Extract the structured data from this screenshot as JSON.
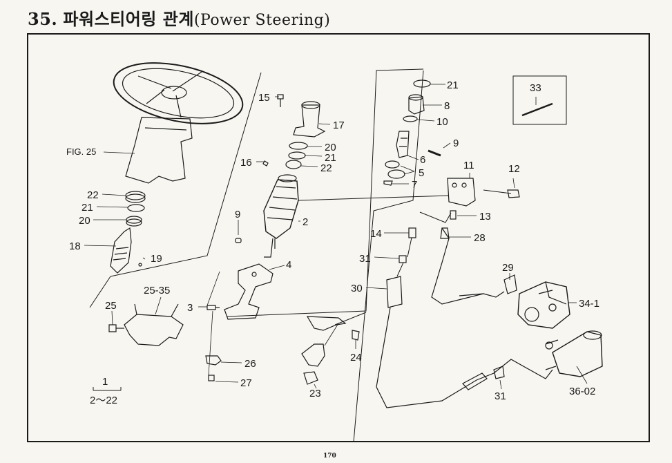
{
  "header": {
    "number": "35.",
    "title_ko": "파워스티어링 관계",
    "title_en": "(Power Steering)"
  },
  "labels": {
    "fig25": "FIG. 25",
    "p22a": "22",
    "p21a": "21",
    "p20a": "20",
    "p18": "18",
    "p19": "19",
    "p15": "15",
    "p17": "17",
    "p20b": "20",
    "p21b": "21",
    "p22b": "22",
    "p16": "16",
    "p2": "2",
    "p9a": "9",
    "p4": "4",
    "p3": "3",
    "p25_35": "25-35",
    "p25": "25",
    "p26": "26",
    "p27": "27",
    "p23": "23",
    "p24": "24",
    "p21c": "21",
    "p8": "8",
    "p10": "10",
    "p9b": "9",
    "p6": "6",
    "p5": "5",
    "p7": "7",
    "p33": "33",
    "p11": "11",
    "p12": "12",
    "p13": "13",
    "p14": "14",
    "p28": "28",
    "p31a": "31",
    "p30": "30",
    "p29": "29",
    "p34_1": "34-1",
    "p31b": "31",
    "p36_02": "36-02",
    "group_ref": "1",
    "group_range": "2～22"
  },
  "page_number": "170"
}
